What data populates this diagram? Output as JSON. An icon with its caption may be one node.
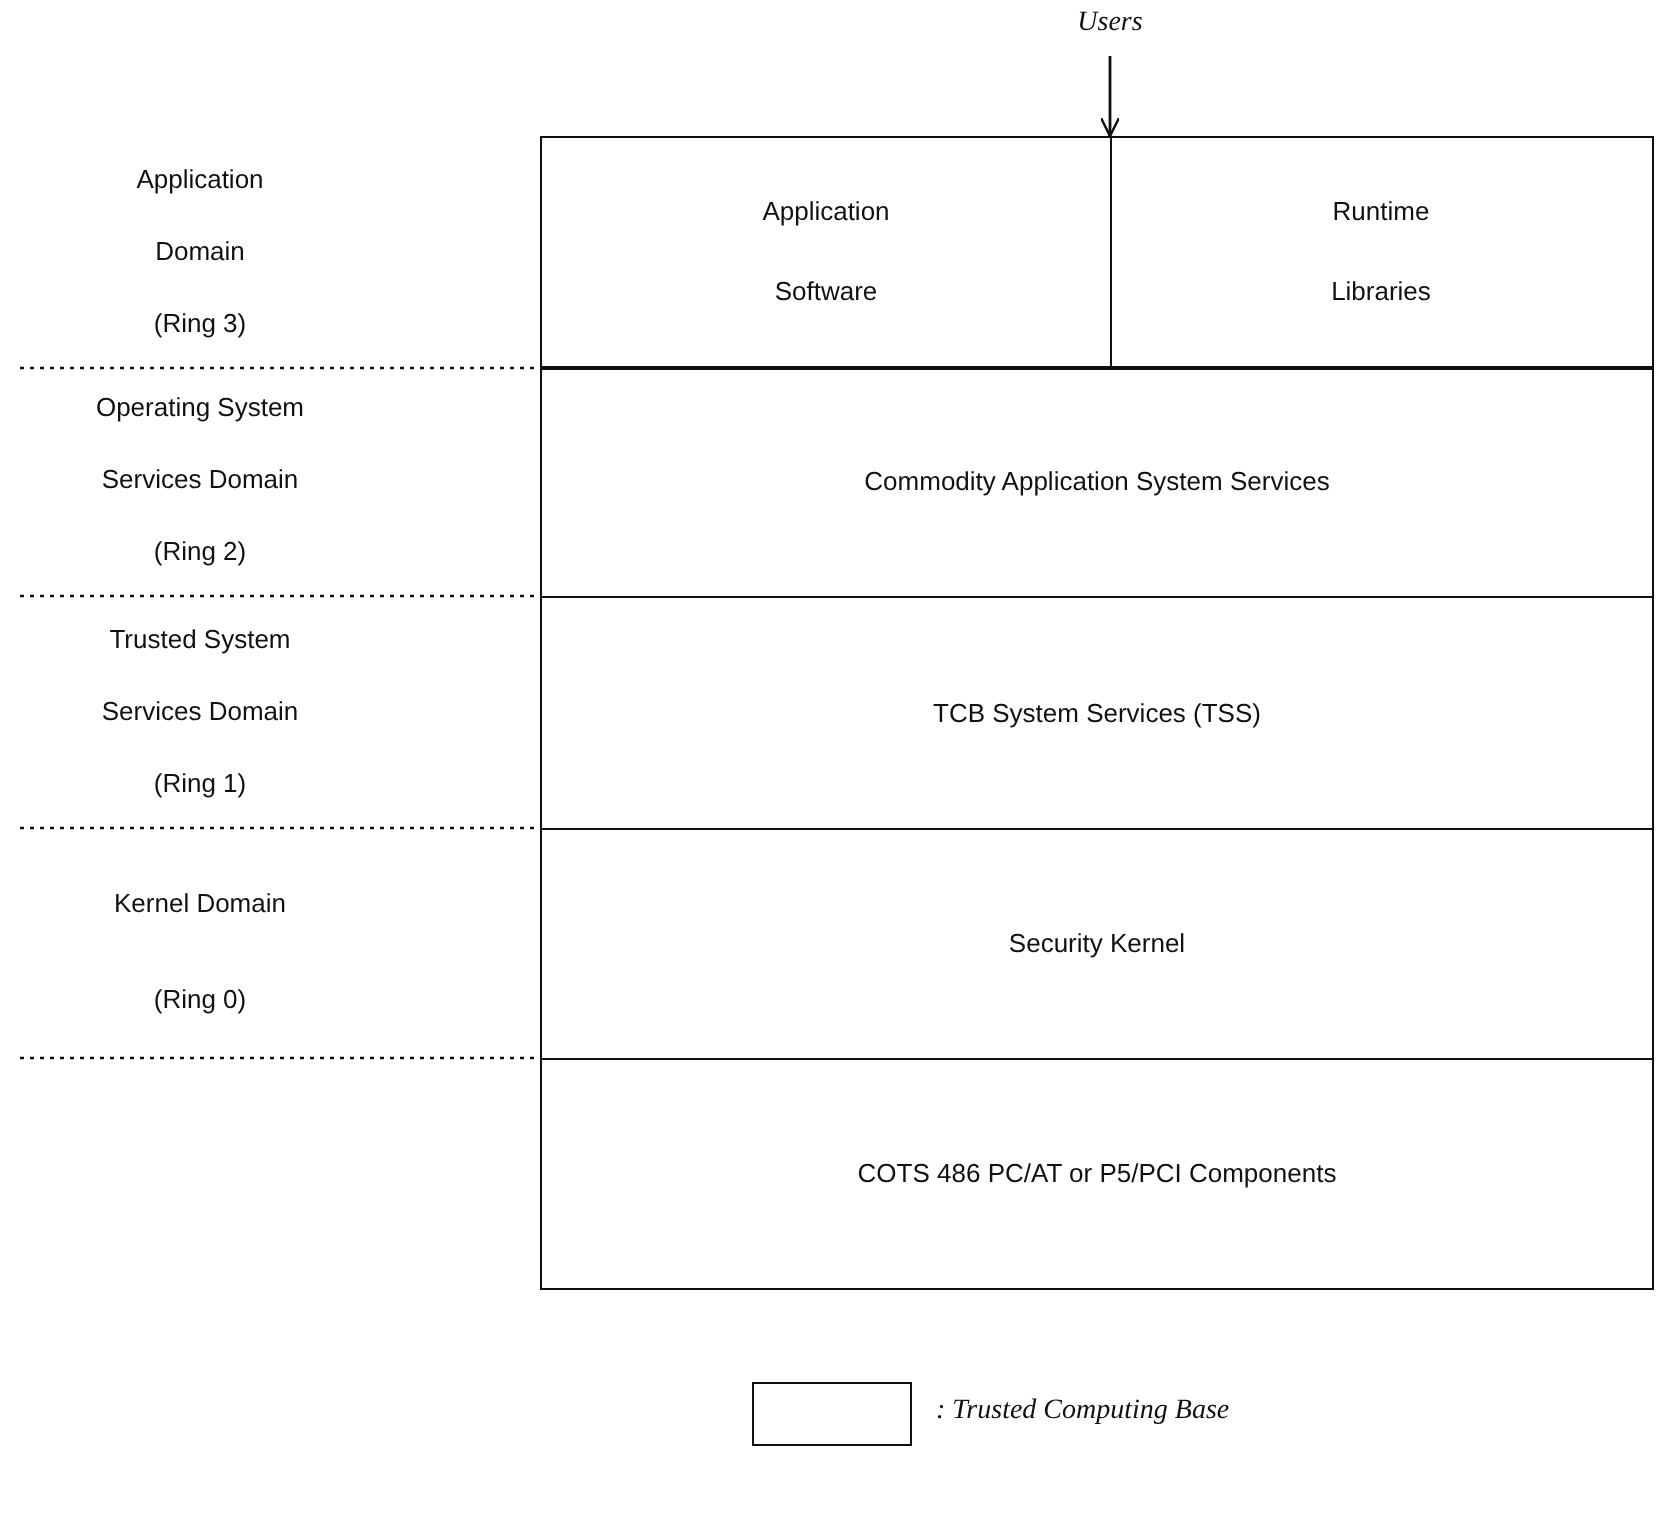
{
  "diagram": {
    "nodes": [
      {
        "text": [
          "Users"
        ]
      },
      {
        "text": [],
        "shape": "box"
      },
      {
        "text": [
          "Application Software"
        ],
        "in": 1
      },
      {
        "text": [
          "Runtime Libraries"
        ],
        "in": 1
      },
      {
        "text": [
          "Commodity Application System Services"
        ]
      },
      {
        "text": [
          "TCB System Services (TSS)"
        ]
      },
      {
        "text": [
          "Security Kernel"
        ]
      },
      {
        "text": [
          "COTS 486 PC/AT or P5/PCI Components"
        ]
      }
    ],
    "edges": [
      {
        "from": 0,
        "to": 1,
        "arrow": "to"
      }
    ],
    "labels": [
      "Application Domain",
      "(Ring 3)",
      "Operating System Services Domain",
      "(Ring 2)",
      "Trusted System Services Domain",
      "(Ring 1)",
      "Kernel Domain",
      "(Ring 0)"
    ],
    "legend": [
      {
        "text": ": Trusted Computing Base"
      }
    ]
  }
}
